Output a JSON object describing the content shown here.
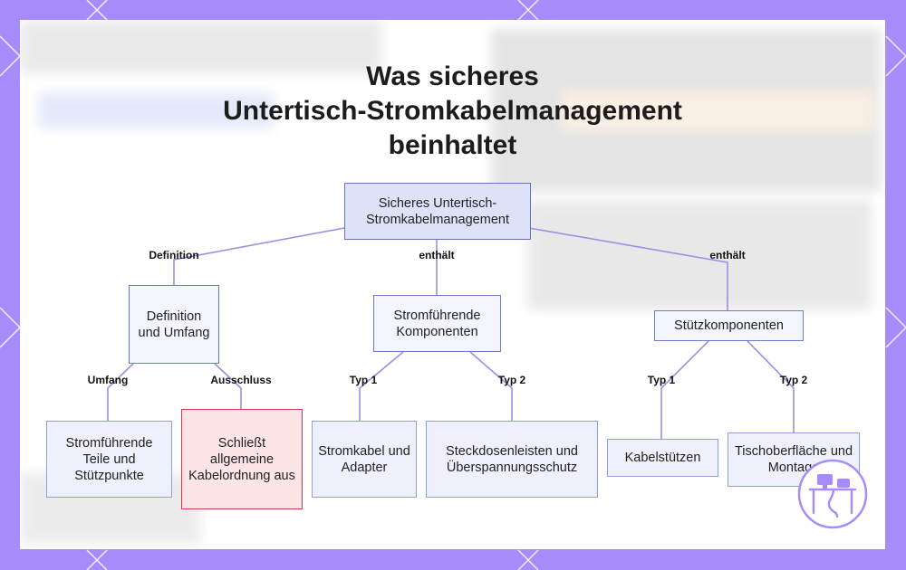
{
  "title_lines": [
    "Was sicheres",
    "Untertisch-Stromkabelmanagement",
    "beinhaltet"
  ],
  "colors": {
    "frame": "#a78bfa",
    "node_fill": "#eef1fb",
    "node_border": "#8fa0d8",
    "root_fill": "#dde2f8",
    "exclusion_border": "#d23b49",
    "exclusion_fill": "#fde4e7",
    "connector": "#9b8fe0"
  },
  "nodes": {
    "root": "Sicheres Untertisch-Stromkabelmanagement",
    "definition": "Definition und Umfang",
    "current_components": "Stromführende Komponenten",
    "support_components": "Stützkomponenten",
    "current_parts": "Stromführende Teile und Stützpunkte",
    "exclusion": "Schließt allgemeine Kabelordnung aus",
    "power_cables": "Stromkabel und Adapter",
    "power_strips": "Steckdosenleisten und Überspannungsschutz",
    "cable_supports": "Kabelstützen",
    "desk_surface": "Tischoberfläche und Montage"
  },
  "edge_labels": {
    "definition": "Definition",
    "contains_1": "enthält",
    "contains_2": "enthält",
    "scope": "Umfang",
    "exclusion": "Ausschluss",
    "type1_a": "Typ 1",
    "type2_a": "Typ 2",
    "type1_b": "Typ 1",
    "type2_b": "Typ 2"
  },
  "logo_icon": "desk-cable-logo-icon"
}
